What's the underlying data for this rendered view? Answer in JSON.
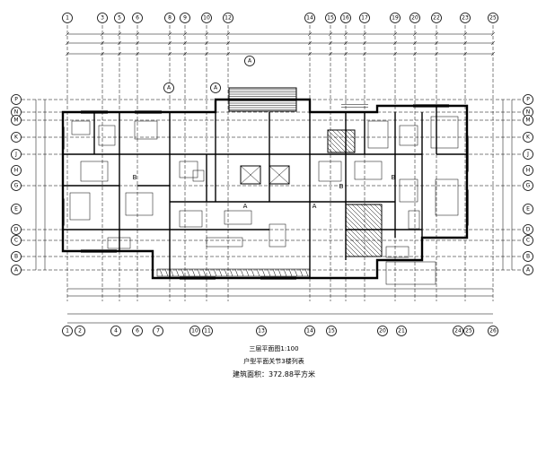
{
  "drawing": {
    "col_labels_top": [
      "1",
      "3",
      "5",
      "6",
      "8",
      "9",
      "10",
      "12",
      "14",
      "15",
      "16",
      "17",
      "19",
      "20",
      "22",
      "23",
      "25"
    ],
    "col_labels_bottom": [
      "1",
      "2",
      "4",
      "6",
      "7",
      "10",
      "11",
      "13",
      "14",
      "15",
      "20",
      "21",
      "24",
      "25",
      "26"
    ],
    "row_labels": [
      "P",
      "N",
      "M",
      "K",
      "J",
      "H",
      "G",
      "E",
      "D",
      "C",
      "B",
      "A"
    ],
    "room_labels": [
      "B",
      "A",
      "A",
      "B",
      "B"
    ],
    "callout_labels": [
      "A",
      "A",
      "A"
    ],
    "caption_title": "三层平面图1:100",
    "caption_unit": "户型平面关节3楼列表",
    "caption_area": "建筑面积：372.88平方米"
  }
}
